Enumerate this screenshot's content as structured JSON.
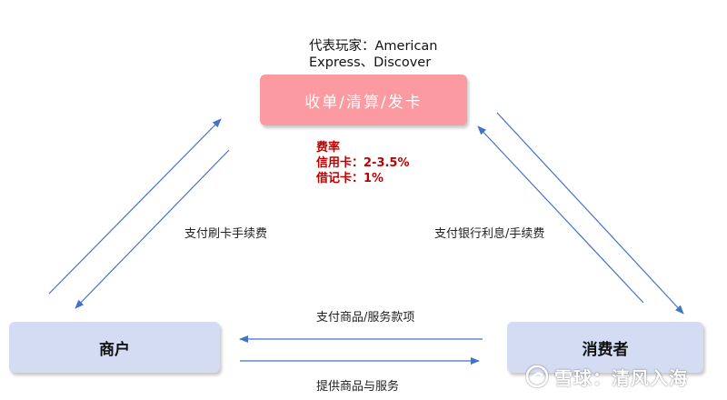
{
  "diagram": {
    "players_line1": "代表玩家：American",
    "players_line2": "Express、Discover",
    "top_box": "收单/清算/发卡",
    "fee": {
      "title": "费率",
      "credit": "信用卡：2-3.5%",
      "debit": "借记卡：1%"
    },
    "merchant": "商户",
    "consumer": "消费者",
    "label_left": "支付刷卡手续费",
    "label_right": "支付银行利息/手续费",
    "label_pay_goods": "支付商品/服务款项",
    "label_provide_goods": "提供商品与服务"
  },
  "watermark": {
    "text": "雪球：清风入海",
    "logo": "snowball-logo-icon"
  },
  "colors": {
    "arrow": "#4472c4",
    "top_box": "#fb9aa0",
    "bottom_box": "#d4dcf3",
    "fee_text": "#c00000"
  }
}
